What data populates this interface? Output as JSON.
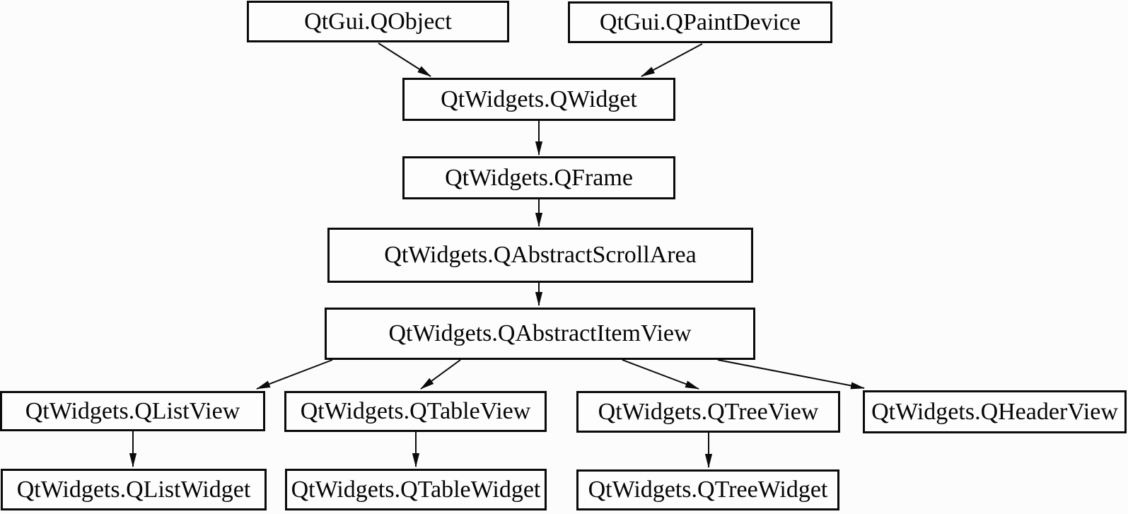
{
  "diagram": {
    "type": "class-inheritance-diagram",
    "nodes": [
      {
        "id": "qobject",
        "label": "QtGui.QObject"
      },
      {
        "id": "qpaintdevice",
        "label": "QtGui.QPaintDevice"
      },
      {
        "id": "qwidget",
        "label": "QtWidgets.QWidget"
      },
      {
        "id": "qframe",
        "label": "QtWidgets.QFrame"
      },
      {
        "id": "qabstractscrollarea",
        "label": "QtWidgets.QAbstractScrollArea"
      },
      {
        "id": "qabstractitemview",
        "label": "QtWidgets.QAbstractItemView"
      },
      {
        "id": "qlistview",
        "label": "QtWidgets.QListView"
      },
      {
        "id": "qtableview",
        "label": "QtWidgets.QTableView"
      },
      {
        "id": "qtreeview",
        "label": "QtWidgets.QTreeView"
      },
      {
        "id": "qheaderview",
        "label": "QtWidgets.QHeaderView"
      },
      {
        "id": "qlistwidget",
        "label": "QtWidgets.QListWidget"
      },
      {
        "id": "qtablewidget",
        "label": "QtWidgets.QTableWidget"
      },
      {
        "id": "qtreewidget",
        "label": "QtWidgets.QTreeWidget"
      }
    ],
    "edges": [
      {
        "from": "qobject",
        "to": "qwidget"
      },
      {
        "from": "qpaintdevice",
        "to": "qwidget"
      },
      {
        "from": "qwidget",
        "to": "qframe"
      },
      {
        "from": "qframe",
        "to": "qabstractscrollarea"
      },
      {
        "from": "qabstractscrollarea",
        "to": "qabstractitemview"
      },
      {
        "from": "qabstractitemview",
        "to": "qlistview"
      },
      {
        "from": "qabstractitemview",
        "to": "qtableview"
      },
      {
        "from": "qabstractitemview",
        "to": "qtreeview"
      },
      {
        "from": "qabstractitemview",
        "to": "qheaderview"
      },
      {
        "from": "qlistview",
        "to": "qlistwidget"
      },
      {
        "from": "qtableview",
        "to": "qtablewidget"
      },
      {
        "from": "qtreeview",
        "to": "qtreewidget"
      }
    ],
    "colors": {
      "background": "#fcfcfc",
      "box_fill": "#fdfdfd",
      "box_border": "#0b0b0b",
      "text": "#060606",
      "arrow": "#0b0b0b"
    }
  }
}
